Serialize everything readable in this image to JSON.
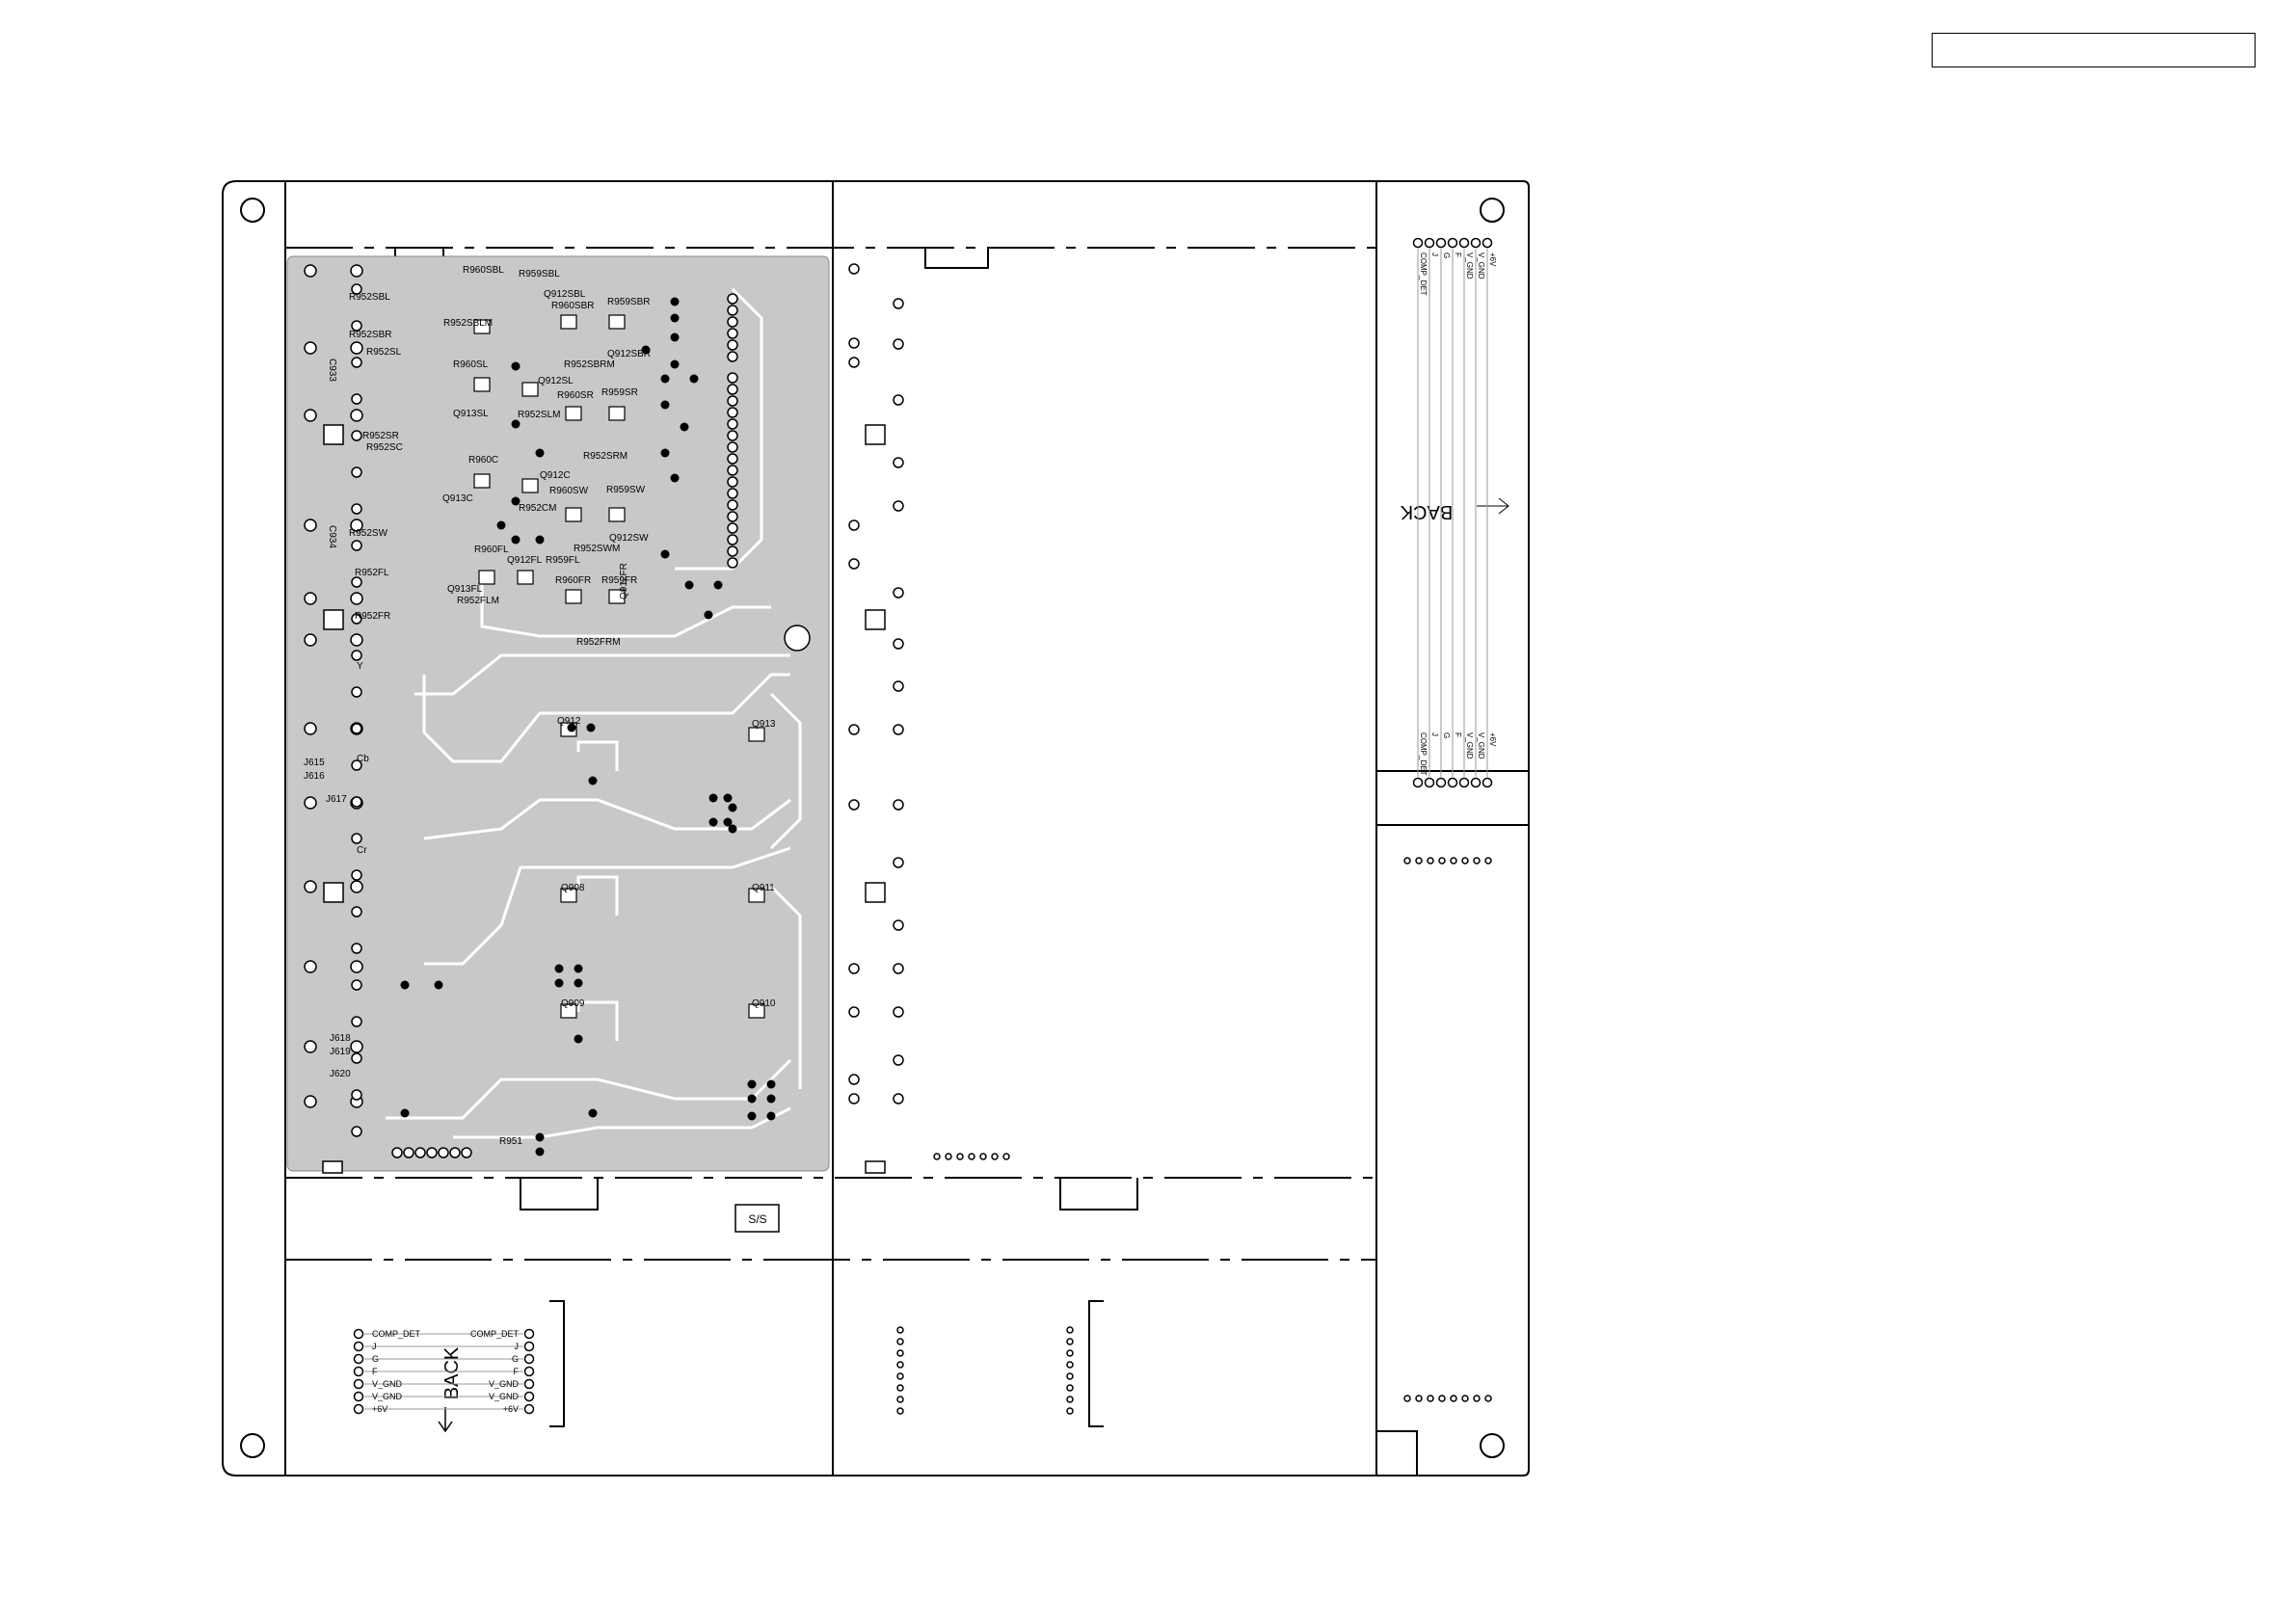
{
  "colors": {
    "board_fill": "#c8c8c8",
    "outline": "#000000",
    "trace": "#ffffff",
    "pad": "#000000"
  },
  "title_box_text": "",
  "ref_labels": [
    "R960SBL",
    "R959SBL",
    "Q912SBL",
    "R952SBL",
    "R960SBR",
    "R959SBR",
    "R952SBLM",
    "Q912SBR",
    "R952SBR",
    "R952SBRM",
    "C933",
    "R952SL",
    "R960SL",
    "Q912SL",
    "Q913SL",
    "R952SLM",
    "R960SR",
    "R959SR",
    "R952SR",
    "R952SC",
    "R952SRM",
    "R960C",
    "Q912C",
    "Q913C",
    "R960SW",
    "R959SW",
    "R952CM",
    "R952SW",
    "Q912SW",
    "R952SWM",
    "C934",
    "R960FL",
    "Q912FL",
    "R959FL",
    "Q913FL",
    "R952FL",
    "R952FLM",
    "R960FR",
    "R959FR",
    "R952FR",
    "R952FRM",
    "Q912FR",
    "Y",
    "Q912",
    "Q913",
    "J615",
    "Cb",
    "J616",
    "J617",
    "Cr",
    "Q908",
    "Q911",
    "Q909",
    "Q910",
    "J618",
    "J619",
    "J620",
    "R951"
  ],
  "connector_rows": {
    "bottom": [
      {
        "left": "COMP_DET",
        "right": "COMP_DET"
      },
      {
        "left": "J",
        "right": "J"
      },
      {
        "left": "G",
        "right": "G"
      },
      {
        "left": "F",
        "right": "F"
      },
      {
        "left": "V_GND",
        "right": "V_GND"
      },
      {
        "left": "V_GND",
        "right": "V_GND"
      },
      {
        "left": "+6V",
        "right": "+6V"
      }
    ],
    "right_top": [
      "+6V",
      "V_GND",
      "V_GND",
      "F",
      "G",
      "J",
      "COMP_DET"
    ],
    "right_bottom": [
      "+6V",
      "V_GND",
      "V_GND",
      "F",
      "G",
      "J",
      "COMP_DET"
    ]
  },
  "back_label_right": "BACK",
  "back_label_bottom": "BACK",
  "sz_label": "S/S"
}
